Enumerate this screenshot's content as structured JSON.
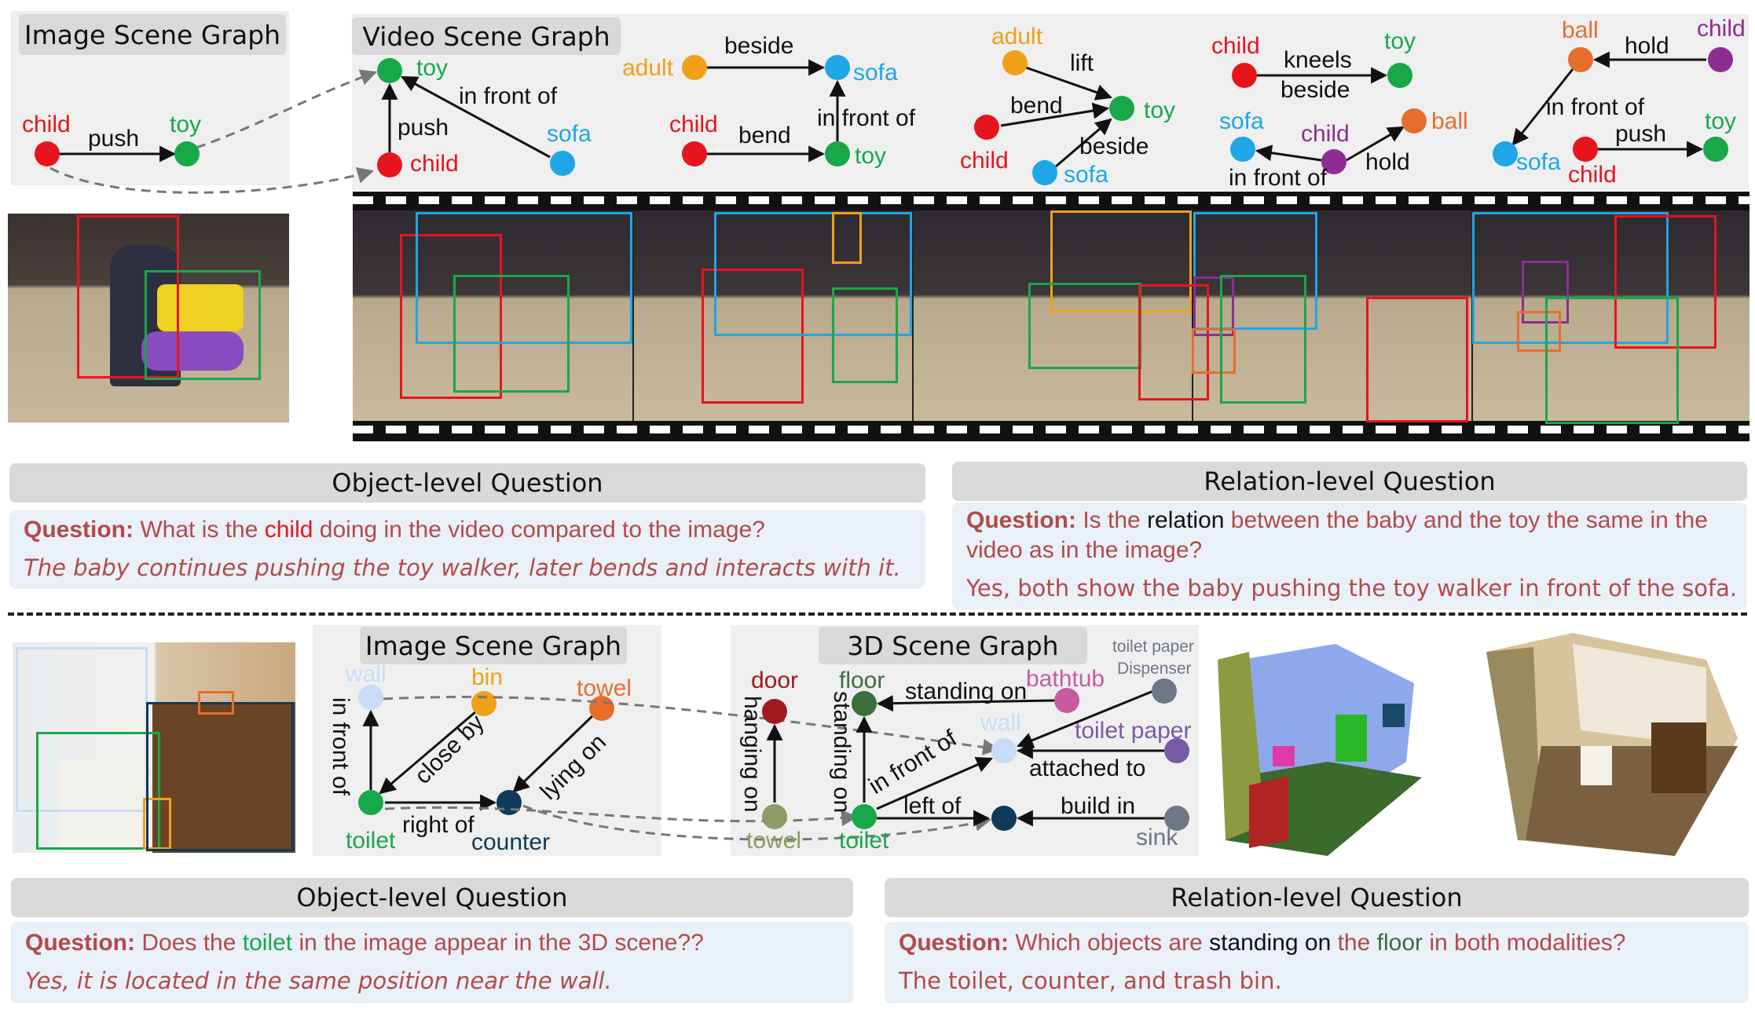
{
  "colors": {
    "red": "#e8141c",
    "green": "#17a84a",
    "blue": "#1ea6e6",
    "orange": "#f0a018",
    "purple": "#8e2d91",
    "dark_orange": "#e66e2c",
    "navy": "#0f3a5a",
    "olive": "#8c9c64",
    "dark_red": "#a01a1e",
    "dark_green": "#3c6e3c",
    "pink": "#c85aa0",
    "grey": "#6e7687",
    "light_blue": "#c8dcf5",
    "muted_purple": "#7a5aa6",
    "question_red": "#b24a4a"
  },
  "top": {
    "image_sg": {
      "title": "Image Scene Graph",
      "nodes": {
        "child": "child",
        "toy": "toy"
      },
      "edges": {
        "push": "push"
      }
    },
    "video_sg": {
      "title": "Video Scene Graph",
      "g1": {
        "toy": "toy",
        "child": "child",
        "sofa": "sofa",
        "in_front_of": "in front of",
        "push": "push"
      },
      "g2": {
        "adult": "adult",
        "sofa": "sofa",
        "child": "child",
        "toy": "toy",
        "beside": "beside",
        "bend": "bend",
        "in_front_of": "in front of"
      },
      "g3": {
        "adult": "adult",
        "toy": "toy",
        "child": "child",
        "sofa": "sofa",
        "lift": "lift",
        "bend": "bend",
        "beside": "beside"
      },
      "g4": {
        "child": "child",
        "toy": "toy",
        "sofa": "sofa",
        "child2": "child",
        "ball": "ball",
        "kneels": "kneels",
        "beside": "beside",
        "in_front_of": "in front of",
        "hold": "hold"
      },
      "g5": {
        "ball": "ball",
        "child": "child",
        "sofa": "sofa",
        "child2": "child",
        "toy": "toy",
        "hold": "hold",
        "in_front_of": "in front of",
        "push": "push"
      }
    },
    "object_question": {
      "header": "Object-level Question",
      "label": "Question:",
      "text_pre": "What is the ",
      "text_highlight": "child",
      "text_post": " doing in the video compared to the image?",
      "answer": "The baby continues pushing the toy walker, later bends and interacts with it."
    },
    "relation_question": {
      "header": "Relation-level Question",
      "label": "Question:",
      "text_pre": "Is the ",
      "text_highlight": "relation",
      "text_post": " between the baby and the toy the same in the",
      "text_line2": "video as in the image?",
      "answer": "Yes, both show the baby pushing the toy walker in front of the sofa."
    }
  },
  "bottom": {
    "image_sg": {
      "title": "Image Scene Graph",
      "nodes": {
        "wall": "wall",
        "bin": "bin",
        "towel": "towel",
        "toilet": "toilet",
        "counter": "counter"
      },
      "edges": {
        "in_front_of": "in front of",
        "close_by": "close by",
        "lying_on": "lying on",
        "right_of": "right of"
      }
    },
    "scene3d_sg": {
      "title": "3D Scene Graph",
      "nodes": {
        "door": "door",
        "towel": "towel",
        "floor": "floor",
        "toilet": "toilet",
        "bathtub": "bathtub",
        "toilet_paper_dispenser_1": "toilet paper",
        "toilet_paper_dispenser_2": "Dispenser",
        "wall": "wall",
        "toilet_paper": "toilet paper",
        "sink": "sink"
      },
      "edges": {
        "hanging_on": "hanging on",
        "standing_on": "standing on",
        "standing_on_2": "standing on",
        "in_front_of": "in front of",
        "attached_to": "attached to",
        "left_of": "left of",
        "build_in": "build in"
      }
    },
    "object_question": {
      "header": "Object-level Question",
      "label": "Question:",
      "text_pre": "Does the ",
      "text_highlight": "toilet",
      "text_post": " in the image appear in the 3D scene??",
      "answer": "Yes, it is located in the same position near the wall."
    },
    "relation_question": {
      "header": "Relation-level Question",
      "label": "Question:",
      "text_pre": "Which objects are ",
      "text_highlight": "standing on",
      "text_mid": " the ",
      "text_highlight2": "floor",
      "text_post": " in both modalities?",
      "answer": "The toilet, counter, and trash bin."
    }
  }
}
